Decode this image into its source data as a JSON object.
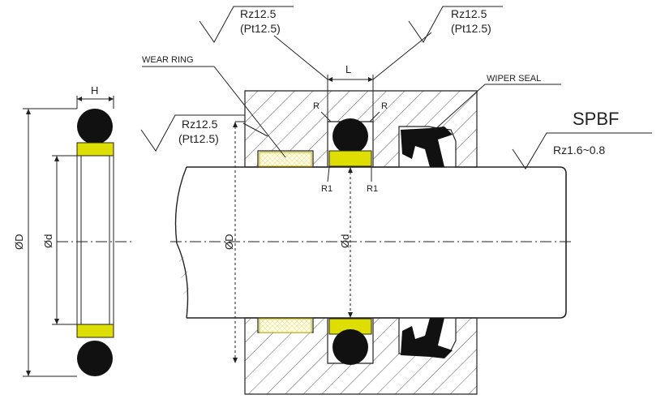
{
  "labels": {
    "title": "SPBF",
    "wear_ring": "WEAR RING",
    "wiper_seal": "WIPER SEAL",
    "rz_top_left_1": "Rz12.5",
    "rz_top_left_2": "(Pt12.5)",
    "rz_top_right_1": "Rz12.5",
    "rz_top_right_2": "(Pt12.5)",
    "rz_mid_left_1": "Rz12.5",
    "rz_mid_left_2": "(Pt12.5)",
    "rz_rod": "Rz1.6~0.8",
    "dim_L": "L",
    "dim_H": "H",
    "dim_R_left": "R",
    "dim_R_right": "R",
    "dim_R1_left": "R1",
    "dim_R1_right": "R1",
    "dim_OD_ring": "ØD",
    "dim_Od_ring": "Ød",
    "dim_OD_section": "ØD",
    "dim_Od_section": "Ød"
  },
  "colors": {
    "seal_black": "#111111",
    "backup_ring": "#dede00",
    "wear_ring_fill": "#fffde6",
    "wear_ring_stroke": "#c9b300",
    "line": "#222222"
  }
}
